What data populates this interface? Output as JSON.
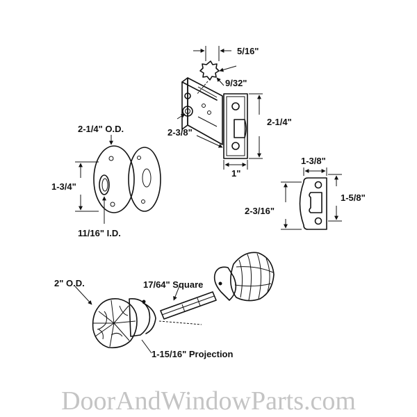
{
  "labels": {
    "spindle_width": "5/16\"",
    "spindle_star": "9/32\"",
    "backset": "2-3/8\"",
    "faceplate_height": "2-1/4\"",
    "faceplate_width": "1\"",
    "rosette_od": "2-1/4\" O.D.",
    "rosette_height": "1-3/4\"",
    "rosette_id": "11/16\" I.D.",
    "strike_width": "1-3/8\"",
    "strike_hole": "1-5/8\"",
    "strike_height": "2-3/16\"",
    "knob_od": "2\" O.D.",
    "spindle_square": "17/64\" Square",
    "projection": "1-15/16\" Projection"
  },
  "watermark": "DoorAndWindowParts.com"
}
